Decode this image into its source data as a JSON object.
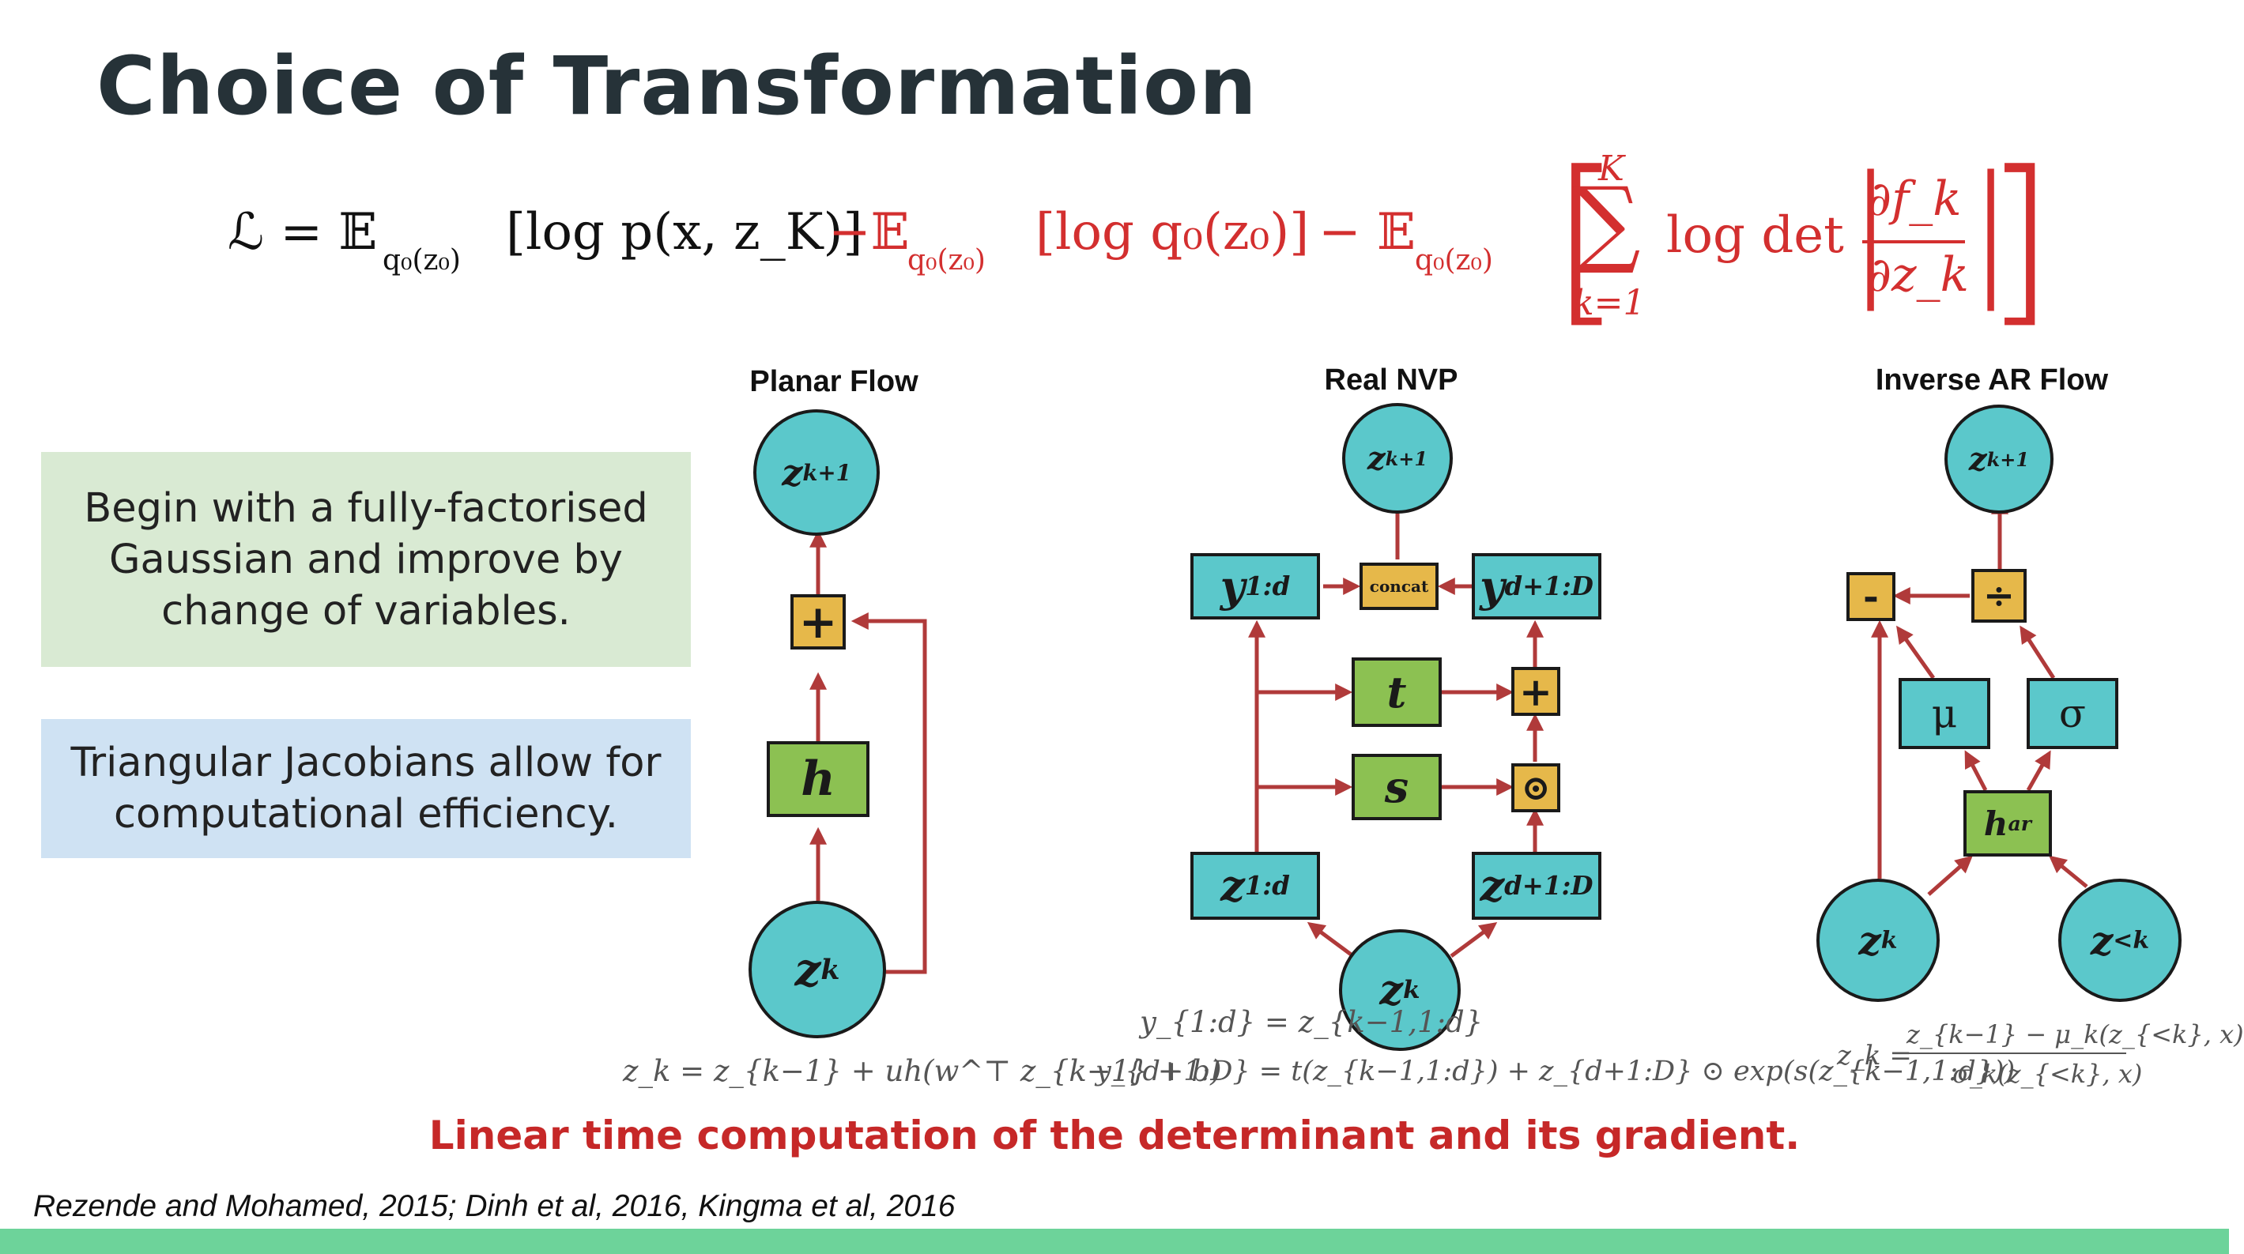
{
  "title": "Choice of Transformation",
  "equation": {
    "lhs": "ℒ = 𝔼",
    "term1_sub": "q₀(z₀)",
    "term1": "[log p(x, z_K)]",
    "minus1": "−𝔼",
    "term2_sub": "q₀(z₀)",
    "term2": "[log q₀(z₀)]",
    "minus2": "− 𝔼",
    "term3_sub": "q₀(z₀)",
    "sum_top": "K",
    "sum_bottom": "k=1",
    "sum_symbol": "∑",
    "logdet": "log det",
    "frac_num": "∂f_k",
    "frac_den": "∂z_k"
  },
  "callouts": {
    "green": "Begin with a fully-factorised Gaussian and improve by change of variables.",
    "blue": "Triangular Jacobians allow for computational efficiency."
  },
  "diagrams": {
    "planar": {
      "title": "Planar Flow",
      "z_next": "z",
      "z_next_sub": "k+1",
      "plus": "+",
      "h": "h",
      "z_k": "z",
      "z_k_sub": "k",
      "formula": "z_k = z_{k−1} + uh(w^⊤ z_{k−1} + b)"
    },
    "realnvp": {
      "title": "Real NVP",
      "z_next": "z",
      "z_next_sub": "k+1",
      "y1": "y",
      "y1_sub": "1:d",
      "concat": "concat",
      "y2": "y",
      "y2_sub": "d+1:D",
      "t": "t",
      "s": "s",
      "plus": "+",
      "odot": "⊙",
      "z1": "z",
      "z1_sub": "1:d",
      "z2": "z",
      "z2_sub": "d+1:D",
      "z_k": "z",
      "z_k_sub": "k",
      "formula1": "y_{1:d} = z_{k−1,1:d}",
      "formula2": "y_{d+1:D} = t(z_{k−1,1:d}) + z_{d+1:D} ⊙ exp(s(z_{k−1,1:d}))"
    },
    "iaf": {
      "title": "Inverse AR Flow",
      "z_next": "z",
      "z_next_sub": "k+1",
      "minus": "-",
      "divide": "÷",
      "mu": "μ",
      "sigma": "σ",
      "har": "h",
      "har_sub": "ar",
      "z_k": "z",
      "z_k_sub": "k",
      "z_lt": "z",
      "z_lt_sub": "<k",
      "formula_lhs": "z_k =",
      "formula_num": "z_{k−1} − μ_k(z_{<k}, x)",
      "formula_den": "σ_k(z_{<k}, x)"
    }
  },
  "note": "Linear time computation of the determinant and its gradient.",
  "references": "Rezende and Mohamed, 2015; Dinh et al, 2016, Kingma et al, 2016",
  "colors": {
    "teal": "#5bc8cb",
    "green": "#8cc152",
    "gold": "#e6b84a",
    "arrow": "#b03a3a",
    "title": "#263238",
    "red_text": "#c62828",
    "footer": "#6dd39a"
  }
}
